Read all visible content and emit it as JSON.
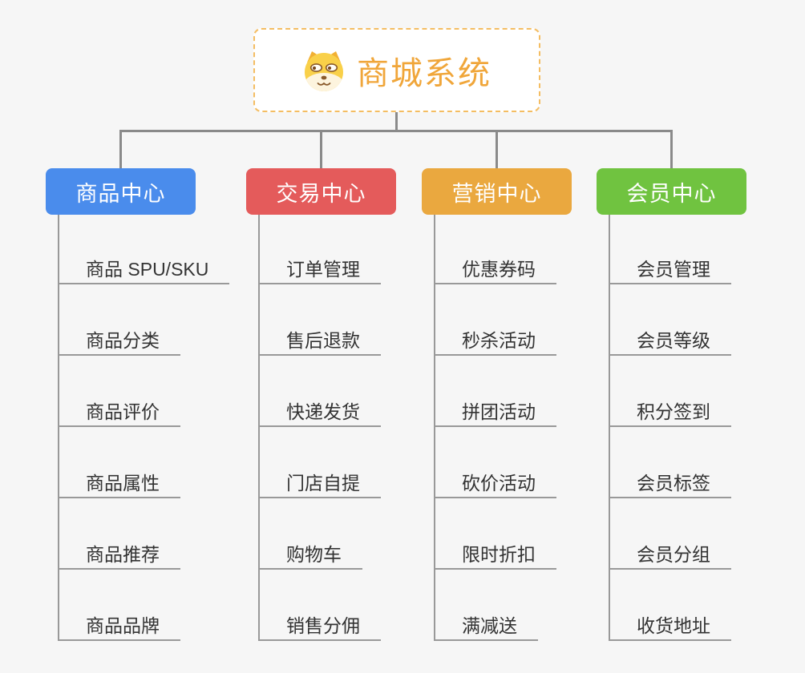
{
  "root": {
    "title": "商城系统",
    "icon": "doge-face-icon",
    "title_color": "#f0a63a",
    "border_color": "#f4bd62"
  },
  "connector_color": "#8a8a8a",
  "leaf_line_color": "#999999",
  "branches": [
    {
      "label": "商品中心",
      "color": "#4a8cec",
      "children": [
        "商品 SPU/SKU",
        "商品分类",
        "商品评价",
        "商品属性",
        "商品推荐",
        "商品品牌"
      ]
    },
    {
      "label": "交易中心",
      "color": "#e45b5b",
      "children": [
        "订单管理",
        "售后退款",
        "快递发货",
        "门店自提",
        "购物车",
        "销售分佣"
      ]
    },
    {
      "label": "营销中心",
      "color": "#eaa83f",
      "children": [
        "优惠券码",
        "秒杀活动",
        "拼团活动",
        "砍价活动",
        "限时折扣",
        "满减送"
      ]
    },
    {
      "label": "会员中心",
      "color": "#70c340",
      "children": [
        "会员管理",
        "会员等级",
        "积分签到",
        "会员标签",
        "会员分组",
        "收货地址"
      ]
    }
  ]
}
